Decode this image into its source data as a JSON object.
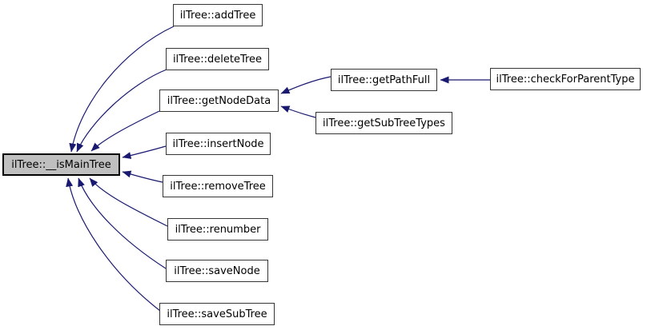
{
  "graph": {
    "kind": "caller-graph",
    "background_color": "#ffffff",
    "edge_color": "#191970",
    "focus_fill_color": "#bfbfbf",
    "node_fill_color": "#ffffff",
    "node_border_color": "#363636",
    "focus_node": "ilTree::__isMainTree",
    "nodes": [
      {
        "label": "ilTree::__isMainTree",
        "is_focus": true
      },
      {
        "label": "ilTree::addTree",
        "is_focus": false
      },
      {
        "label": "ilTree::deleteTree",
        "is_focus": false
      },
      {
        "label": "ilTree::getNodeData",
        "is_focus": false
      },
      {
        "label": "ilTree::getPathFull",
        "is_focus": false
      },
      {
        "label": "ilTree::checkForParentType",
        "is_focus": false
      },
      {
        "label": "ilTree::getSubTreeTypes",
        "is_focus": false
      },
      {
        "label": "ilTree::insertNode",
        "is_focus": false
      },
      {
        "label": "ilTree::removeTree",
        "is_focus": false
      },
      {
        "label": "ilTree::renumber",
        "is_focus": false
      },
      {
        "label": "ilTree::saveNode",
        "is_focus": false
      },
      {
        "label": "ilTree::saveSubTree",
        "is_focus": false
      }
    ],
    "edges": [
      {
        "from": "ilTree::addTree",
        "to": "ilTree::__isMainTree"
      },
      {
        "from": "ilTree::deleteTree",
        "to": "ilTree::__isMainTree"
      },
      {
        "from": "ilTree::getNodeData",
        "to": "ilTree::__isMainTree"
      },
      {
        "from": "ilTree::insertNode",
        "to": "ilTree::__isMainTree"
      },
      {
        "from": "ilTree::removeTree",
        "to": "ilTree::__isMainTree"
      },
      {
        "from": "ilTree::renumber",
        "to": "ilTree::__isMainTree"
      },
      {
        "from": "ilTree::saveNode",
        "to": "ilTree::__isMainTree"
      },
      {
        "from": "ilTree::saveSubTree",
        "to": "ilTree::__isMainTree"
      },
      {
        "from": "ilTree::getPathFull",
        "to": "ilTree::getNodeData"
      },
      {
        "from": "ilTree::getSubTreeTypes",
        "to": "ilTree::getNodeData"
      },
      {
        "from": "ilTree::checkForParentType",
        "to": "ilTree::getPathFull"
      }
    ]
  }
}
